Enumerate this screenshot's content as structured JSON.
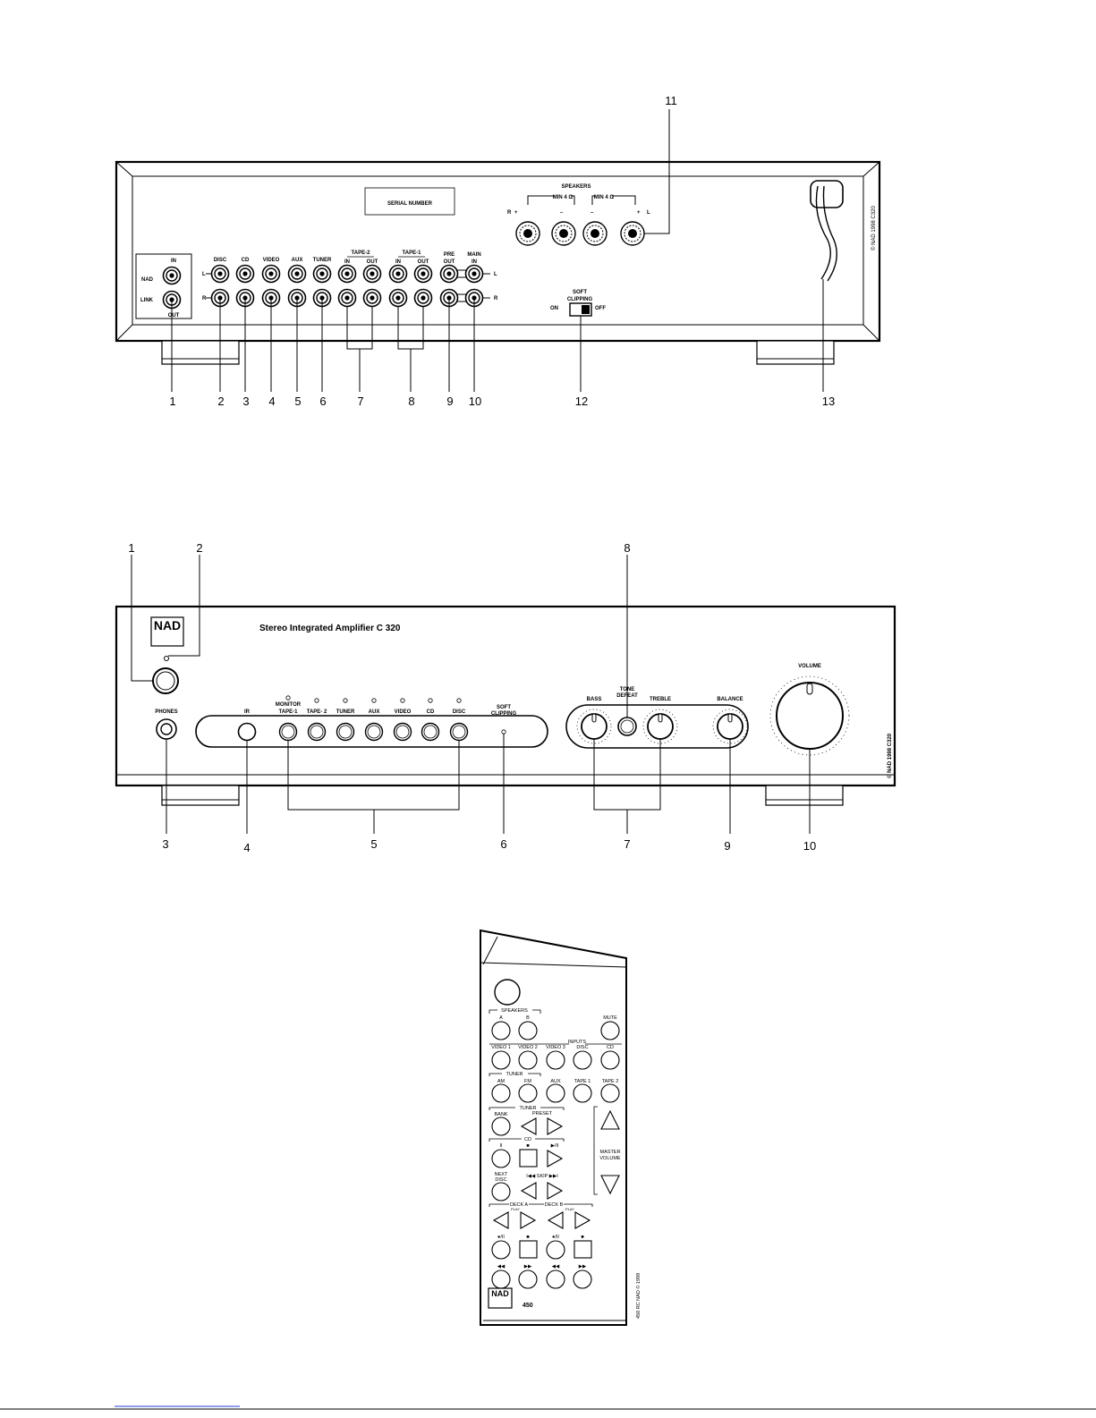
{
  "rear_panel": {
    "serial_label": "SERIAL NUMBER",
    "speakers_label": "SPEAKERS",
    "min_ohm_left": "MIN 4 Ω",
    "min_ohm_right": "MIN 4 Ω",
    "spk_r": "R",
    "spk_plus_l": "+",
    "spk_minus_1": "–",
    "spk_minus_2": "–",
    "spk_plus_r": "+",
    "spk_l": "L",
    "nad_link_in": "IN",
    "nad_link_nad": "NAD",
    "nad_link_link": "LINK",
    "nad_link_out": "OUT",
    "row_l": "L",
    "row_r": "R",
    "row_l2": "L",
    "row_r2": "R",
    "inputs": [
      "DISC",
      "CD",
      "VIDEO",
      "AUX",
      "TUNER"
    ],
    "tape2": "TAPE-2",
    "tape1": "TAPE-1",
    "tape_in_1": "IN",
    "tape_out_1": "OUT",
    "tape_in_2": "IN",
    "tape_out_2": "OUT",
    "pre_out_1": "PRE",
    "pre_out_2": "OUT",
    "main_in_1": "MAIN",
    "main_in_2": "IN",
    "soft_clip_1": "SOFT",
    "soft_clip_2": "CLIPPING",
    "on": "ON",
    "off": "OFF",
    "copyright": "© NAD 1998 C320",
    "callouts": [
      "1",
      "2",
      "3",
      "4",
      "5",
      "6",
      "7",
      "8",
      "9",
      "10",
      "11",
      "12",
      "13"
    ]
  },
  "front_panel": {
    "logo": "NAD",
    "title": "Stereo Integrated Amplifier C 320",
    "phones": "PHONES",
    "ir": "IR",
    "monitor": "MONITOR",
    "selectors": [
      "TAPE-1",
      "TAPE- 2",
      "TUNER",
      "AUX",
      "VIDEO",
      "CD",
      "DISC"
    ],
    "soft_1": "SOFT",
    "soft_2": "CLIPPING",
    "bass": "BASS",
    "tone_1": "TONE",
    "tone_2": "DEFEAT",
    "treble": "TREBLE",
    "balance": "BALANCE",
    "volume": "VOLUME",
    "copyright": "© NAD 1998 C320",
    "callouts": [
      "1",
      "2",
      "3",
      "4",
      "5",
      "6",
      "7",
      "8",
      "9",
      "10"
    ]
  },
  "remote": {
    "speakers": "SPEAKERS",
    "spk_a": "A",
    "spk_b": "B",
    "mute": "MUTE",
    "inputs": "INPUTS",
    "video1": "VIDEO 1",
    "video2": "VIDEO 2",
    "video3": "VIDEO 3",
    "disc": "DISC",
    "cd": "CD",
    "tuner": "TUNER",
    "am": "AM",
    "fm": "FM",
    "aux": "AUX",
    "tape1": "TAPE 1",
    "tape2": "TAPE 2",
    "tuner2": "TUNER",
    "bank": "BANK",
    "preset": "PRESET",
    "cd2": "CD",
    "pause": "II",
    "stop": "■",
    "playpause": "▶/II",
    "next_1": "NEXT",
    "next_2": "DISC",
    "skip": "I◀◀ SKIP ▶▶I",
    "master_1": "MASTER",
    "master_2": "VOLUME",
    "deck_a": "DECK A",
    "deck_b": "DECK B",
    "play_a": "PLAY",
    "play_b": "PLAY",
    "rec_a": "●/II",
    "stop_a": "■",
    "rec_b": "●/II",
    "stop_b": "■",
    "rew_a": "◀◀",
    "ff_a": "▶▶",
    "rew_b": "◀◀",
    "ff_b": "▶▶",
    "logo": "NAD",
    "model": "450",
    "side_text": "450 RC   NAD   ©   1998"
  }
}
